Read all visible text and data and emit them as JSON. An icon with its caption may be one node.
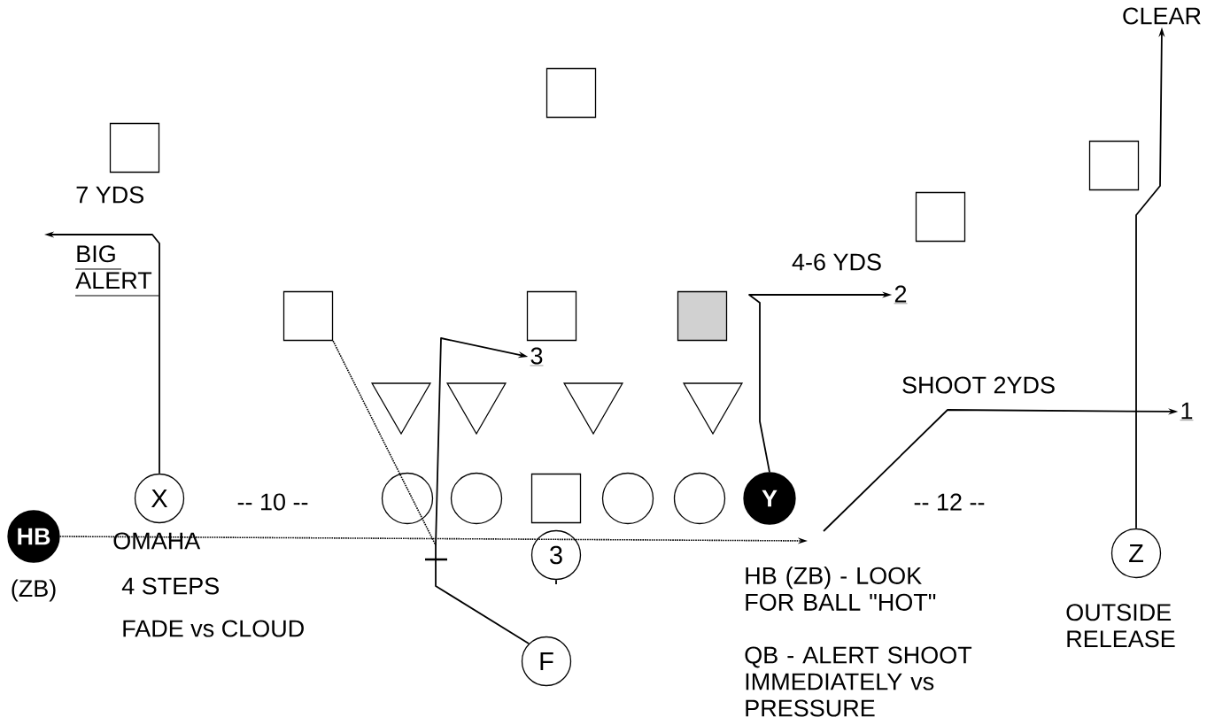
{
  "diagram": {
    "nodes": [
      {
        "text": [
          "CLEAR"
        ]
      },
      {
        "text": [],
        "shape": "box"
      },
      {
        "text": [],
        "shape": "box"
      },
      {
        "text": [],
        "shape": "box"
      },
      {
        "text": [],
        "shape": "box"
      },
      {
        "text": [
          "2"
        ]
      },
      {
        "text": [],
        "shape": "box"
      },
      {
        "text": [],
        "shape": "box"
      },
      {
        "text": [],
        "shape": "box"
      },
      {
        "text": [
          "3"
        ]
      },
      {
        "text": [
          "1"
        ]
      },
      {
        "text": [],
        "shape": "triangle"
      },
      {
        "text": [],
        "shape": "triangle"
      },
      {
        "text": [],
        "shape": "triangle"
      },
      {
        "text": [],
        "shape": "triangle"
      },
      {
        "text": [
          "X"
        ]
      },
      {
        "text": [],
        "shape": "circle"
      },
      {
        "text": [],
        "shape": "circle"
      },
      {
        "text": [],
        "shape": "box"
      },
      {
        "text": [],
        "shape": "circle"
      },
      {
        "text": [],
        "shape": "circle"
      },
      {
        "text": [
          "Y"
        ]
      },
      {
        "text": [
          "HB"
        ],
        "beside": [
          "(ZB)"
        ]
      },
      {
        "text": [
          "3"
        ]
      },
      {
        "text": [
          "Z"
        ],
        "beside": [
          "OUTSIDE RELEASE"
        ]
      },
      {
        "text": [
          "F"
        ]
      }
    ],
    "edges": [
      {
        "from": 15,
        "to": null,
        "arrow": "to"
      },
      {
        "from": 25,
        "to": 9,
        "arrow": "to"
      },
      {
        "from": 6,
        "to": null,
        "arrow": "none",
        "style": "dashed"
      },
      {
        "from": 21,
        "to": 5,
        "arrow": "to"
      },
      {
        "from": 22,
        "to": null,
        "arrow": "to",
        "style": "dashed"
      },
      {
        "from": null,
        "to": 10,
        "arrow": "to"
      },
      {
        "from": 24,
        "to": 0,
        "arrow": "to"
      },
      {
        "from": 23,
        "to": null,
        "arrow": "none"
      }
    ],
    "labels": [
      "7 YDS",
      "BIG ALERT",
      "4-6 YDS",
      "SHOOT 2YDS",
      "-- 10 --",
      "-- 12 --",
      "OMAHA",
      "4 STEPS",
      "FADE vs CLOUD",
      "HB (ZB) - LOOK FOR BALL \"HOT\"",
      "QB - ALERT SHOOT IMMEDIATELY vs PRESSURE"
    ]
  }
}
